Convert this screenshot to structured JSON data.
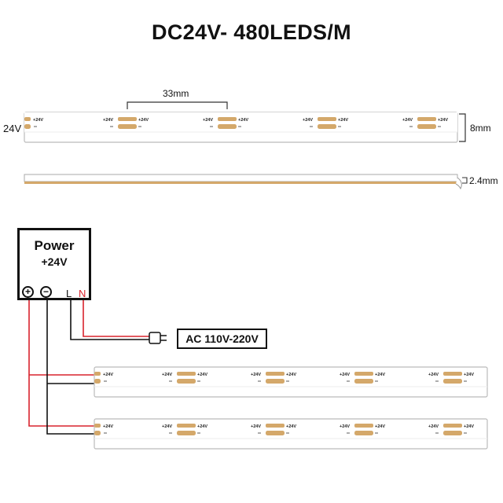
{
  "title": "DC24V- 480LEDS/M",
  "dimensions": {
    "led_pitch": "33mm",
    "strip_width": "8mm",
    "strip_thickness": "2.4mm",
    "input_voltage": "24V"
  },
  "segment_label": "+24V",
  "power_supply": {
    "title": "Power",
    "voltage": "+24V",
    "positive_symbol": "+",
    "negative_symbol": "−",
    "live_label": "L",
    "neutral_label": "N"
  },
  "ac_input": "AC 110V-220V",
  "colors": {
    "positive_wire": "#d9232d",
    "neutral_wire": "#d9232d",
    "negative_wire": "#111111",
    "copper_pad": "#d4a86a",
    "strip_outline": "#bbbbbb"
  }
}
